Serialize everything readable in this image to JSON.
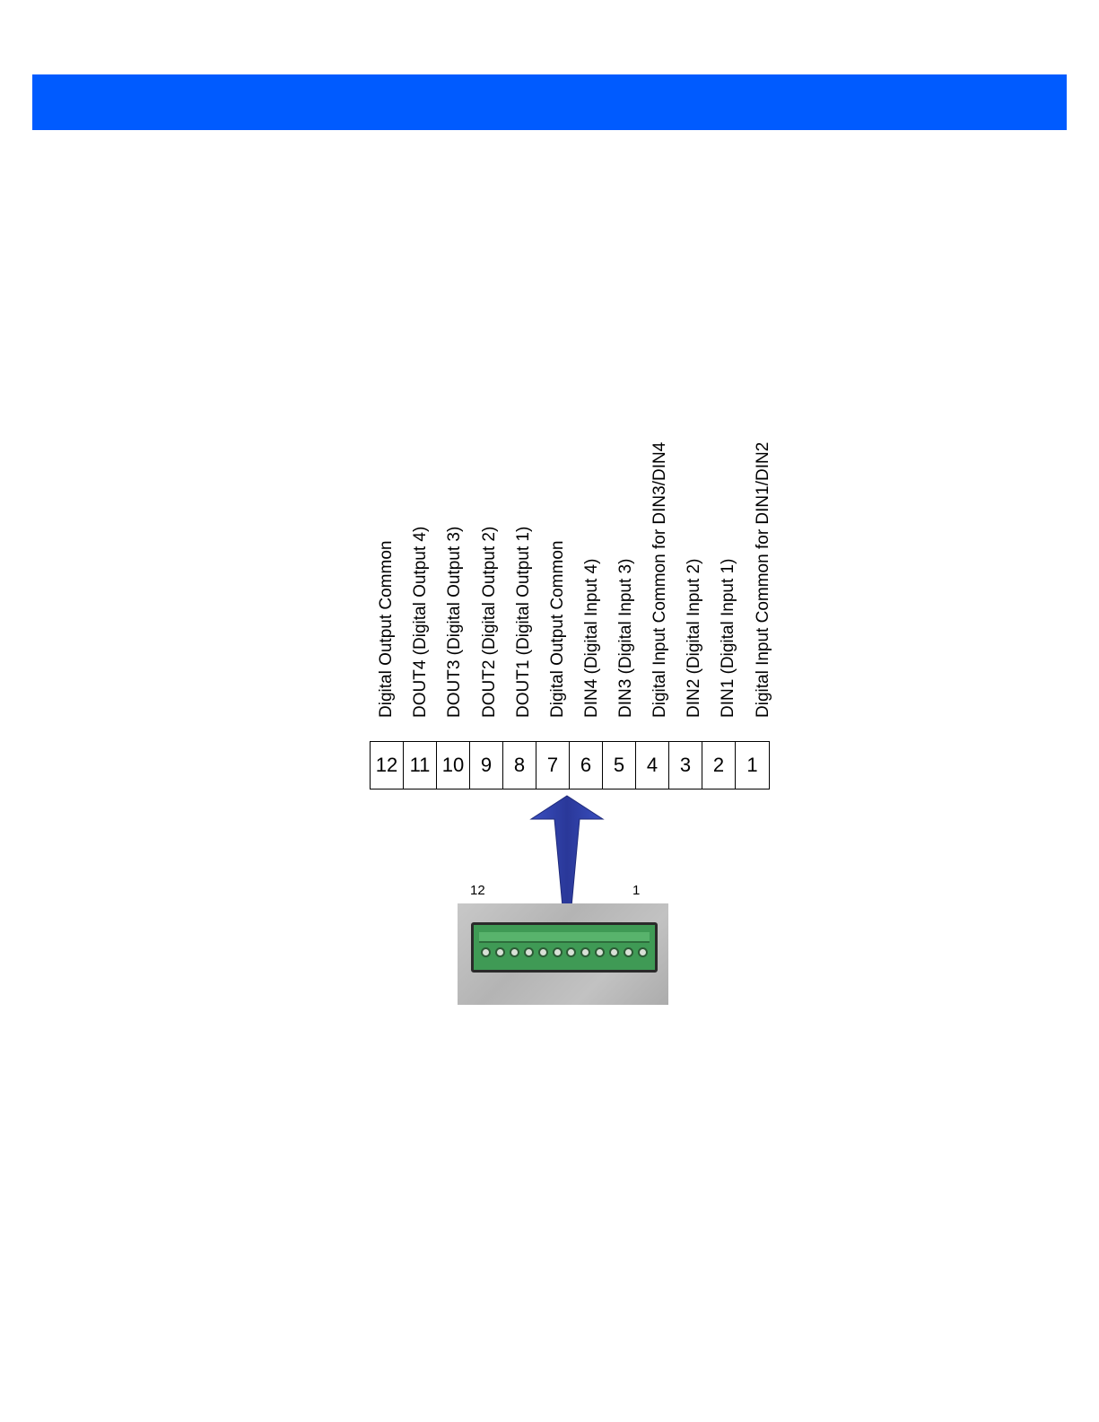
{
  "pins": [
    {
      "number": "12",
      "label": "Digital Output Common"
    },
    {
      "number": "11",
      "label": "DOUT4 (Digital Output 4)"
    },
    {
      "number": "10",
      "label": "DOUT3 (Digital Output 3)"
    },
    {
      "number": "9",
      "label": "DOUT2 (Digital Output 2)"
    },
    {
      "number": "8",
      "label": "DOUT1 (Digital Output 1)"
    },
    {
      "number": "7",
      "label": "Digital Output Common"
    },
    {
      "number": "6",
      "label": "DIN4 (Digital Input 4)"
    },
    {
      "number": "5",
      "label": "DIN3 (Digital Input 3)"
    },
    {
      "number": "4",
      "label": "Digital Input Common for DIN3/DIN4"
    },
    {
      "number": "3",
      "label": "DIN2 (Digital Input 2)"
    },
    {
      "number": "2",
      "label": "DIN1 (Digital Input 1)"
    },
    {
      "number": "1",
      "label": "Digital Input Common  for DIN1/DIN2"
    }
  ],
  "connector_photo": {
    "left_label": "12",
    "right_label": "1",
    "screw_count": 12
  },
  "colors": {
    "banner": "#005bff",
    "arrow": "#2f3fa6",
    "connector": "#3f9a55"
  }
}
